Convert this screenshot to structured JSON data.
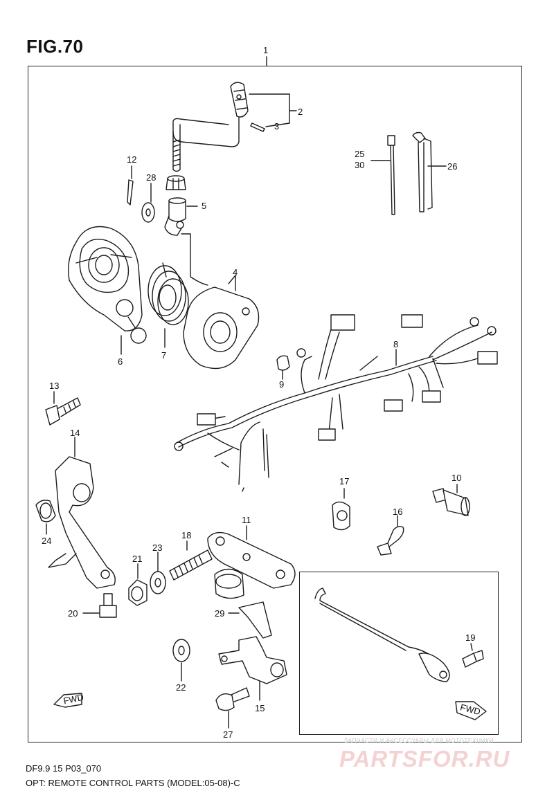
{
  "figure": {
    "title": "FIG.70",
    "code": "DF9.9 15 P03_070",
    "caption": "OPT: REMOTE CONTROL PARTS (MODEL:05-08)-C"
  },
  "callouts": [
    "1",
    "2",
    "3",
    "4",
    "5",
    "6",
    "7",
    "8",
    "9",
    "10",
    "11",
    "12",
    "13",
    "14",
    "15",
    "16",
    "17",
    "18",
    "19",
    "20",
    "21",
    "22",
    "23",
    "24",
    "25\n30",
    "26",
    "27",
    "28",
    "29"
  ],
  "labels": {
    "p1": "1",
    "p2": "2",
    "p3": "3",
    "p4": "4",
    "p5": "5",
    "p6": "6",
    "p7": "7",
    "p8": "8",
    "p9": "9",
    "p10": "10",
    "p11": "11",
    "p12": "12",
    "p13": "13",
    "p14": "14",
    "p15": "15",
    "p16": "16",
    "p17": "17",
    "p18": "18",
    "p19": "19",
    "p20": "20",
    "p21": "21",
    "p22": "22",
    "p23": "23",
    "p24": "24",
    "p25": "25",
    "p30": "30",
    "p26": "26",
    "p27": "27",
    "p28": "28",
    "p29": "29"
  },
  "fwd_marks": [
    "FWD",
    "FWD"
  ],
  "watermark": {
    "small": "ЗАПЧАСТИ И АКСЕССУАРЫ ДЛЯ МОТОТЕХНИКИ",
    "big": "PARTSFOR.RU"
  }
}
